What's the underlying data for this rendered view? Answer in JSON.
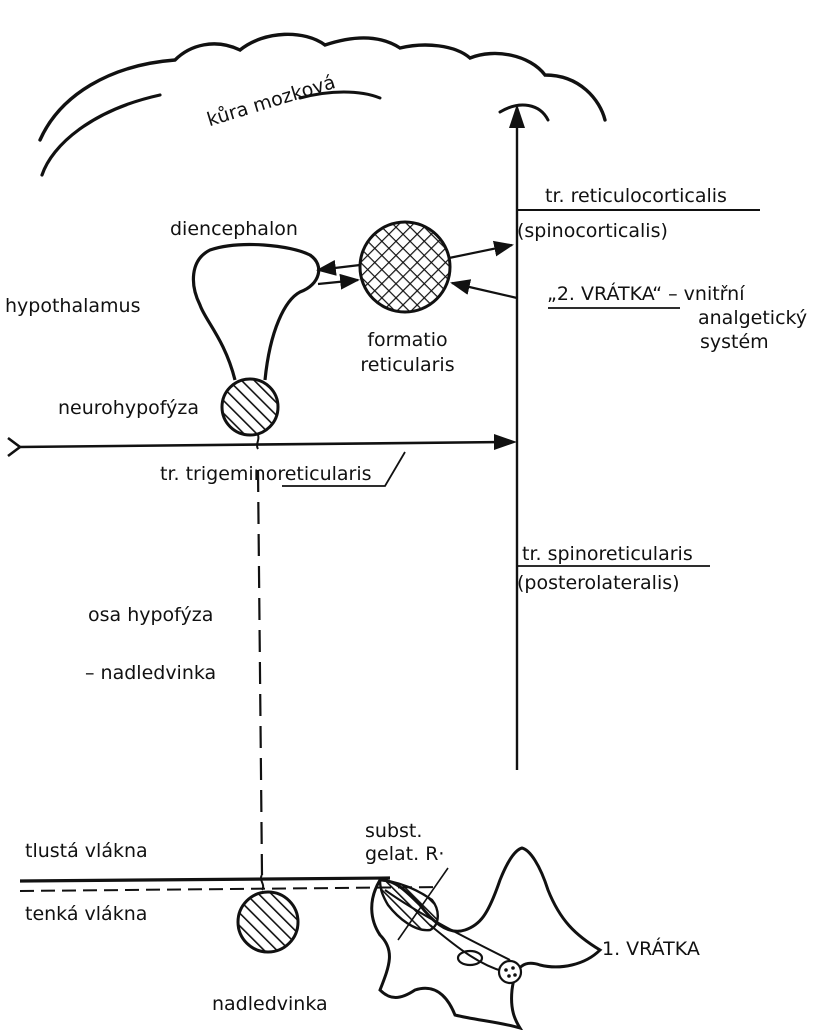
{
  "labels": {
    "cortex": "kůra mozková",
    "diencephalon": "diencephalon",
    "hypothalamus": "hypothalamus",
    "neurohypophysis": "neurohypofýza",
    "formatio": "formatio",
    "reticularis": "reticularis",
    "tr_reticulocorticalis": "tr. reticulocorticalis",
    "spinocorticalis": "(spinocorticalis)",
    "gate2_title": "„2. VRÁTKA“ – vnitřní",
    "gate2_line2": "analgetický",
    "gate2_line3": "systém",
    "tr_trigeminoreticularis": "tr. trigeminoreticularis",
    "tr_spinoreticularis": "tr. spinoreticularis",
    "posterolateralis": "(posterolateralis)",
    "axis_line1": "osa hypofýza",
    "axis_line2": "– nadledvinka",
    "thick_fibers": "tlustá vlákna",
    "thin_fibers": "tenká vlákna",
    "subst": "subst.",
    "gelat": "gelat. R·",
    "adrenal": "nadledvinka",
    "gate1": "1. VRÁTKA"
  },
  "colors": {
    "ink": "#111111",
    "paper": "#ffffff"
  }
}
